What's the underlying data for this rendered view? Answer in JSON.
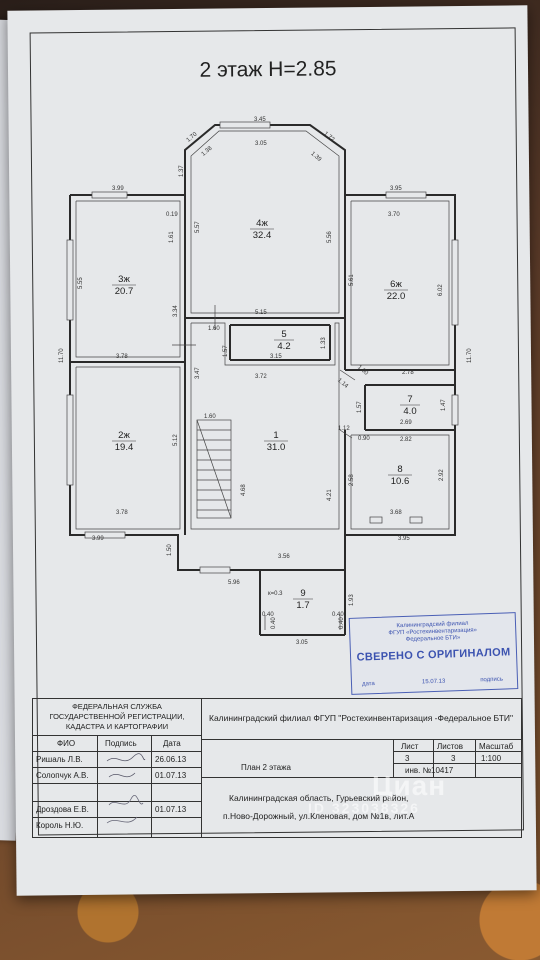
{
  "title": "2 этаж H=2.85",
  "rooms": [
    {
      "id": "4ж",
      "area": "32.4"
    },
    {
      "id": "3ж",
      "area": "20.7"
    },
    {
      "id": "6ж",
      "area": "22.0"
    },
    {
      "id": "5",
      "area": "4.2"
    },
    {
      "id": "2ж",
      "area": "19.4"
    },
    {
      "id": "1",
      "area": "31.0"
    },
    {
      "id": "7",
      "area": "4.0"
    },
    {
      "id": "8",
      "area": "10.6"
    },
    {
      "id": "9",
      "area": "1.7"
    }
  ],
  "dimensions": {
    "d345": "3.45",
    "d305": "3.05",
    "d170": "1.70",
    "d172": "1.72",
    "d138": "1.38",
    "d139": "1.39",
    "d399a": "3.99",
    "d137": "1.37",
    "d395a": "3.95",
    "d370": "3.70",
    "d019": "0.19",
    "d161": "1.61",
    "d557": "5.57",
    "d556": "5.56",
    "d561": "5.61",
    "d555": "5.55",
    "d602": "6.02",
    "d334": "3.34",
    "d515": "5.15",
    "d160a": "1.60",
    "d157a": "1.57",
    "d315": "3.15",
    "d133": "1.33",
    "d100": "1.00",
    "d378a": "3.78",
    "d372": "3.72",
    "d114": "1.14",
    "d278": "2.78",
    "d347": "3.47",
    "d1170a": "11.70",
    "d1170b": "11.70",
    "d160b": "1.60",
    "d157b": "1.57",
    "d147": "1.47",
    "d269": "2.69",
    "d112": "1.12",
    "d090": "0.90",
    "d282": "2.82",
    "d512": "5.12",
    "d468": "4.68",
    "d421": "4.21",
    "d258": "2.58",
    "d292": "2.92",
    "d378b": "3.78",
    "d368": "3.68",
    "d399b": "3.99",
    "d395b": "3.95",
    "d150": "1.50",
    "d356": "3.56",
    "d596": "5.96",
    "dk": "к=0.3",
    "d193": "1.93",
    "d040a": "0.40",
    "d040b": "0.40",
    "d040c": "0.40",
    "d040d": "0.40",
    "d305b": "3.05"
  },
  "stamp": {
    "line1": "Калининградский филиал",
    "line2": "ФГУП «Ростехинвентаризация»",
    "line3": "Федеральное БТИ»",
    "main": "СВЕРЕНО С ОРИГИНАЛОМ",
    "date_label": "дата",
    "date_value": "15.07.13",
    "sign_label": "подпись"
  },
  "titleblock": {
    "agency": "ФЕДЕРАЛЬНАЯ СЛУЖБА ГОСУДАРСТВЕННОЙ РЕГИСТРАЦИИ, КАДАСТРА И КАРТОГРАФИИ",
    "org": "Калининградский филиал ФГУП \"Ростехинвентаризация -Федеральное БТИ\"",
    "col_fio": "ФИО",
    "col_sign": "Подпись",
    "col_date": "Дата",
    "people": [
      {
        "name": "Ришаль Л.В.",
        "date": "26.06.13"
      },
      {
        "name": "Солопчук А.В.",
        "date": "01.07.13"
      },
      {
        "name": "Дроздова Е.В.",
        "date": "01.07.13"
      },
      {
        "name": "Король Н.Ю.",
        "date": ""
      }
    ],
    "h_list": "Лист",
    "h_listov": "Листов",
    "h_scale": "Масштаб",
    "v_list": "3",
    "v_listov": "3",
    "v_scale": "1:100",
    "inv_label": "инв. №",
    "inv_value": "10417",
    "plan_name": "План 2 этажа",
    "address1": "Калининградская область, Гурьевский район,",
    "address2": "п.Ново-Дорожный, ул.Кленовая, дом №1в, лит.А"
  },
  "watermark": {
    "brand": "Циан",
    "id": "ID 323038326"
  }
}
